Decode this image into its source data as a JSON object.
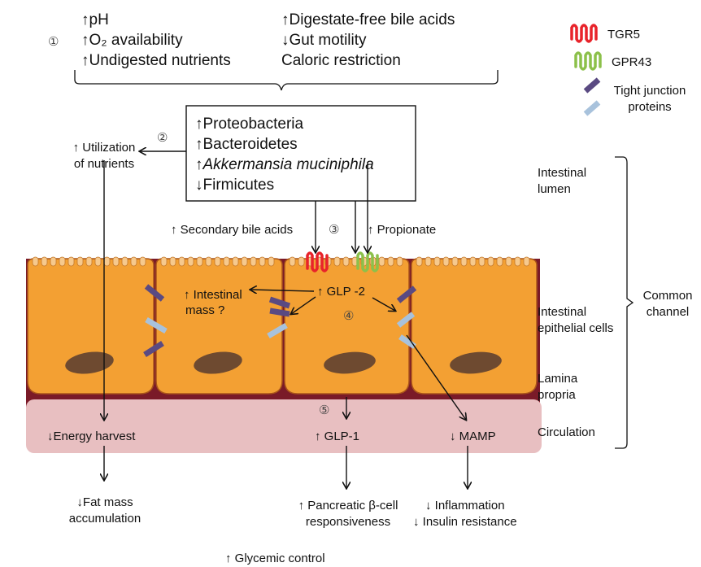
{
  "step_markers": [
    "①",
    "②",
    "③",
    "④",
    "⑤"
  ],
  "conditions": {
    "left": [
      "↑pH",
      "↑O₂ availability",
      "↑Undigested nutrients"
    ],
    "right": [
      "↑Digestate-free bile acids",
      "↓Gut motility",
      "Caloric restriction"
    ]
  },
  "microbiota_box": [
    "↑Proteobacteria",
    "↑Bacteroidetes",
    "↑Akkermansia muciniphila",
    "↓Firmicutes"
  ],
  "legend": {
    "tgr5": "TGR5",
    "gpr43": "GPR43",
    "tight_junction_line1": "Tight junction",
    "tight_junction_line2": "proteins",
    "colors": {
      "tgr5": "#e8232a",
      "gpr43": "#8cc04a",
      "tj_dark": "#5a4a82",
      "tj_light": "#a8c2dc"
    }
  },
  "layers": {
    "lumen_line1": "Intestinal",
    "lumen_line2": "lumen",
    "epithelial_line1": "Intestinal",
    "epithelial_line2": "epithelial cells",
    "lamina_line1": "Lamina",
    "lamina_line2": "propria",
    "circulation": "Circulation",
    "common_line1": "Common",
    "common_line2": "channel"
  },
  "labels": {
    "utilization_line1": "↑ Utilization",
    "utilization_line2": "of nutrients",
    "secondary_bile_acids": "↑ Secondary bile acids",
    "propionate": "↑ Propionate",
    "intestinal_mass_line1": "↑ Intestinal",
    "intestinal_mass_line2": "mass ?",
    "glp2": "↑ GLP -2",
    "energy_harvest": "↓Energy harvest",
    "glp1": "↑ GLP-1",
    "mamp": "↓ MAMP",
    "fat_mass_line1": "↓Fat mass",
    "fat_mass_line2": "accumulation",
    "pancreatic_line1": "↑ Pancreatic β-cell",
    "pancreatic_line2": "responsiveness",
    "inflammation": "↓ Inflammation",
    "insulin_resistance": "↓ Insulin resistance",
    "glycemic_control": "↑ Glycemic control"
  },
  "colors": {
    "cell_fill": "#f3a033",
    "cell_stroke": "#a9531a",
    "lamina": "#7a1a28",
    "circulation_band": "#e8bfc1",
    "nucleus": "#6e4a30",
    "microvilli": "#f6c98d"
  }
}
